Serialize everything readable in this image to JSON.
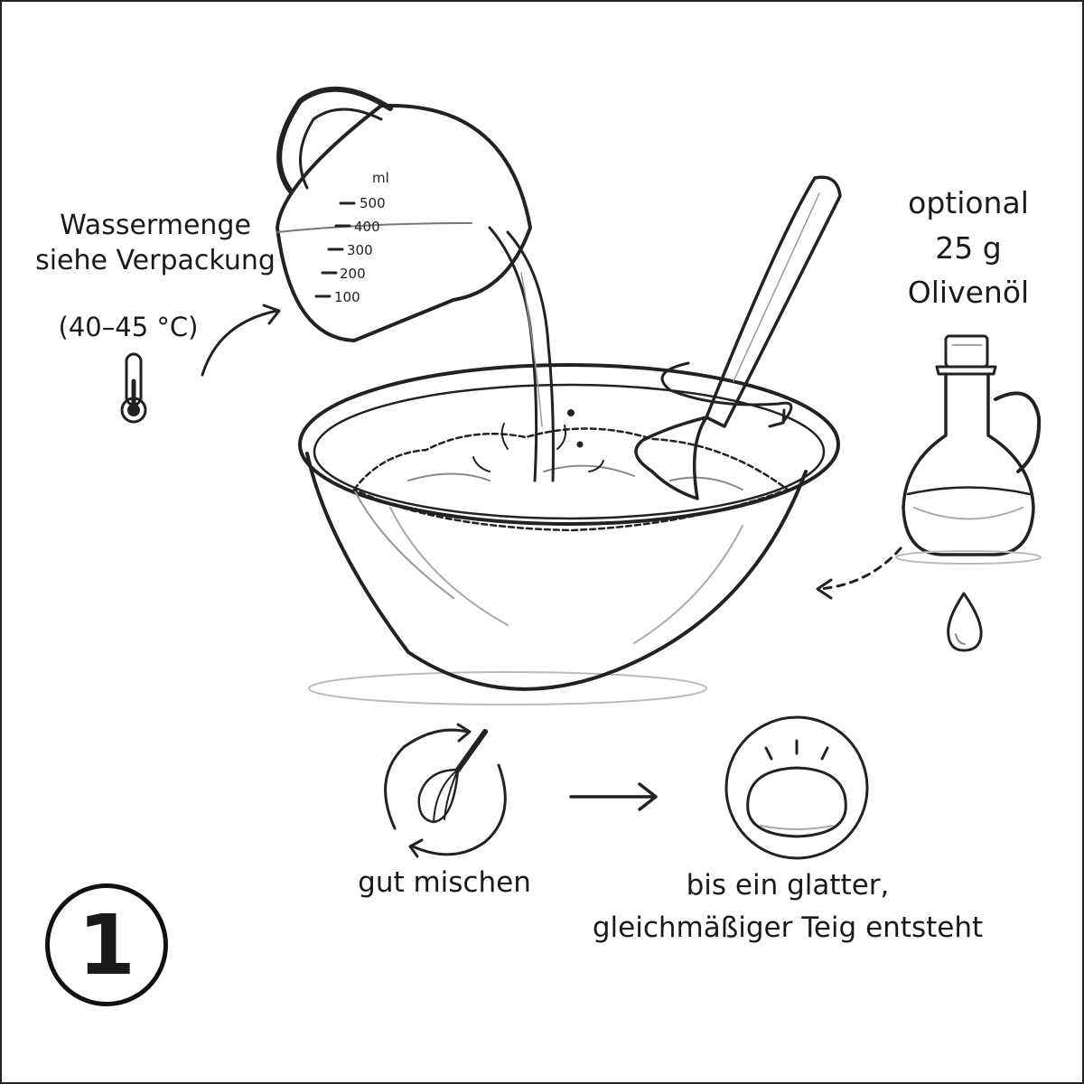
{
  "labels": {
    "water": [
      "Wassermenge",
      "siehe Verpackung"
    ],
    "temperature": "(40–45 °C)",
    "oil": [
      "optional",
      "25 g",
      "Olivenöl"
    ],
    "mix": "gut mischen",
    "result": [
      "bis ein glatter,",
      "gleichmäßiger Teig entsteht"
    ],
    "step": "1"
  },
  "measuring_cup": {
    "unit": "ml",
    "ticks": [
      "500",
      "400",
      "300",
      "200",
      "100"
    ]
  },
  "icons": [
    "thermometer-icon",
    "whisk-icon",
    "dough-ball-icon",
    "oil-drop-icon",
    "oil-bottle-icon",
    "measuring-cup-icon",
    "mixing-bowl-icon",
    "wooden-spoon-icon"
  ],
  "colors": {
    "ink": "#1a1a1a",
    "background": "#ffffff"
  }
}
